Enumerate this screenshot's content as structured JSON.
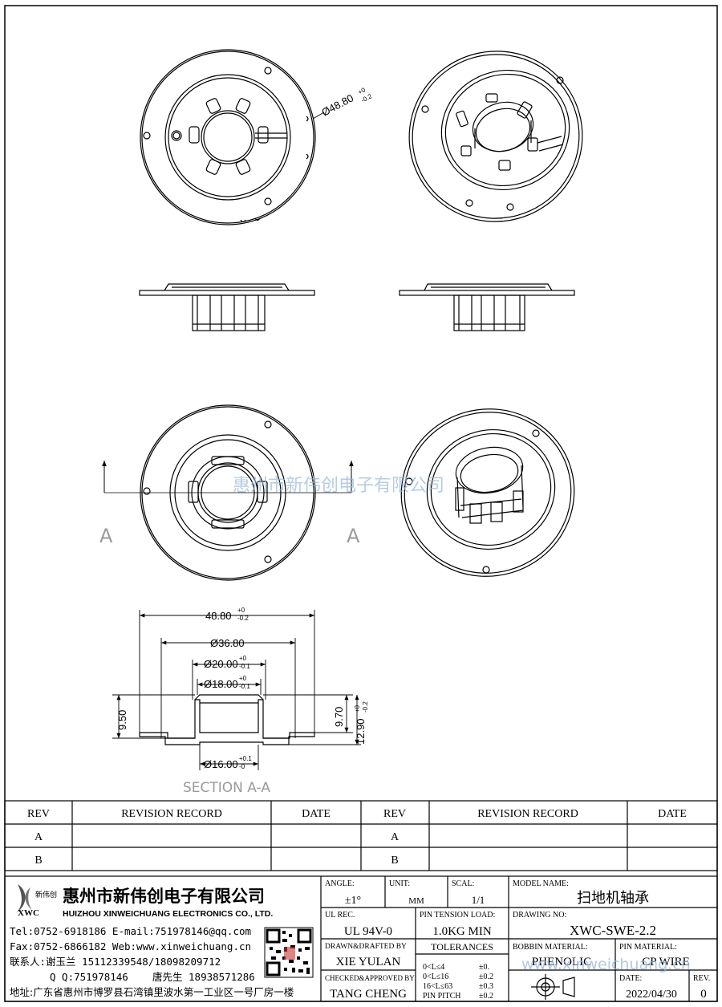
{
  "drawing": {
    "dia_outer_view": "Ø48.80",
    "tol_outer": [
      "+0",
      "-0.2"
    ],
    "dim_outer": "48.80",
    "dim_368": "Ø36.80",
    "dim_20": "Ø20.00",
    "tol_20": [
      "+0",
      "-0.1"
    ],
    "dim_18": "Ø18.00",
    "tol_18": [
      "+0",
      "-0.1"
    ],
    "dim_16": "Ø16.00",
    "tol_16": [
      "+0.1",
      "-0"
    ],
    "dim_950": "9.50",
    "dim_970": "9.70",
    "dim_1290": "12.90",
    "tol_1290": [
      "+0",
      "-0.2"
    ],
    "section_mark": "A",
    "section_label": "SECTION  A-A",
    "watermark": "惠州市新伟创电子有限公司"
  },
  "revision": {
    "headers": [
      "REV",
      "REVISION RECORD",
      "DATE",
      "REV",
      "REVISION RECORD",
      "DATE"
    ],
    "rows": [
      [
        "A",
        "",
        "",
        "A",
        "",
        ""
      ],
      [
        "B",
        "",
        "",
        "B",
        "",
        ""
      ]
    ]
  },
  "company": {
    "logo_brand": "新伟创",
    "logo_abbr": "XWC",
    "name_cn": "惠州市新伟创电子有限公司",
    "name_en": "HUIZHOU XINWEICHUANG ELECTRONICS CO., LTD.",
    "line1": "Tel:0752-6918186 E-mail:751978146@qq.com",
    "line2": "Fax:0752-6866182 Web:www.xinweichuang.cn",
    "line3": "联系人:谢玉兰 15112339548/18098209712",
    "line4a": "Q Q:751978146",
    "line4b": "唐先生 18938571286",
    "line5": "地址:广东省惠州市博罗县石湾镇里波水第一工业区一号厂房一楼"
  },
  "title_block": {
    "angle_label": "ANGLE:",
    "angle_value": "±1°",
    "unit_label": "UNIT:",
    "unit_value": "MM",
    "scale_label": "SCAL:",
    "scale_value": "1/1",
    "model_label": "MODEL NAME:",
    "model_value": "扫地机轴承",
    "ul_label": "UL REC.",
    "ul_value": "UL 94V-0",
    "pin_tension_label": "PIN TENSION LOAD:",
    "pin_tension_value": "1.0KG MIN",
    "drawing_label": "DRAWING NO:",
    "drawing_value": "XWC-SWE-2.2",
    "drawn_label": "DRAWN&DRAFTED BY",
    "drawn_value": "XIE YULAN",
    "tol_label": "TOLERANCES",
    "tol_rows": [
      [
        "0<L≤4",
        "±0."
      ],
      [
        "0<L≤16",
        "±0.2"
      ],
      [
        "16<L≤63",
        "±0.3"
      ],
      [
        "PIN PITCH",
        "±0.2"
      ]
    ],
    "bobbin_label": "BOBBIN MATERIAL:",
    "bobbin_value": "PHENOLIC",
    "pin_mat_label": "PIN MATERIAL:",
    "pin_mat_value": "CP WIRE",
    "checked_label": "CHECKED&APPROVED BY",
    "checked_value": "TANG CHENG",
    "date_label": "DATE:",
    "date_value": "2022/04/30",
    "rev_label": "REV.",
    "rev_value": "0",
    "watermark": "www.xinweichuang.cn"
  }
}
